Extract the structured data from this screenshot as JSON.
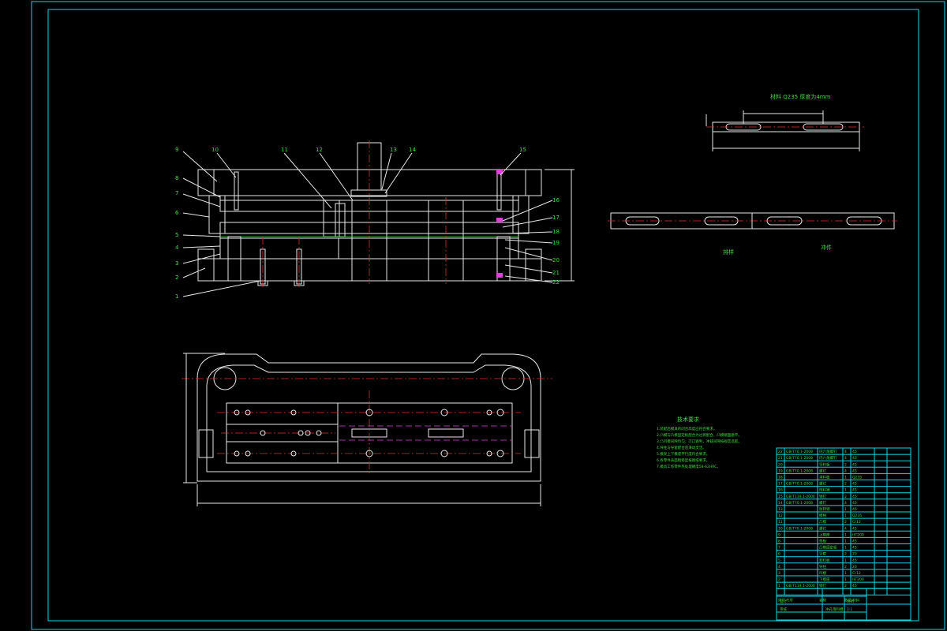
{
  "material_note": "材料 Q235 厚度为4mm",
  "labels": {
    "left": [
      "9",
      "8",
      "7",
      "6",
      "5",
      "4",
      "3",
      "2",
      "1"
    ],
    "top": [
      "10",
      "11",
      "12",
      "13",
      "14",
      "15"
    ],
    "right": [
      "16",
      "17",
      "18",
      "19",
      "20",
      "21",
      "22"
    ]
  },
  "strip_labels": [
    "排样",
    "冲件"
  ],
  "tech_title": "技术要求",
  "tech_lines": [
    "1.装配后模具的闭合高度应符合要求。",
    "2.凸模与凸模固定板配合为过渡配合，凸模端面磨平。",
    "3.凸凹模间隙均匀，刃口锋利，冲裁间隙按规定选取。",
    "4.导柱与导套配合后滑动灵活。",
    "5.模架上下模座平行度符合要求。",
    "6.各零件表面粗糙度按图纸要求。",
    "7.模具工作零件热处理硬度58-62HRC。"
  ],
  "bom_rows": [
    [
      "22",
      "GB/T70.1-2008",
      "内六角螺钉",
      "4",
      "45"
    ],
    [
      "21",
      "GB/T70.1-2008",
      "内六角螺钉",
      "4",
      "45"
    ],
    [
      "20",
      "",
      "导料板",
      "2",
      "45"
    ],
    [
      "19",
      "GB/T70.1-2008",
      "螺钉",
      "4",
      "45"
    ],
    [
      "18",
      "",
      "承料板",
      "1",
      "Q235"
    ],
    [
      "17",
      "GB/T70.1-2008",
      "螺钉",
      "2",
      "45"
    ],
    [
      "16",
      "",
      "挡料销",
      "1",
      "45"
    ],
    [
      "15",
      "GB/T119.1-2000",
      "销钉",
      "2",
      "45"
    ],
    [
      "14",
      "GB/T70.1-2008",
      "螺钉",
      "4",
      "45"
    ],
    [
      "13",
      "",
      "防转销",
      "1",
      "45"
    ],
    [
      "12",
      "",
      "模柄",
      "1",
      "Q235"
    ],
    [
      "11",
      "",
      "凸模",
      "2",
      "Cr12"
    ],
    [
      "10",
      "GB/T70.1-2008",
      "螺钉",
      "4",
      "45"
    ],
    [
      "9",
      "",
      "上模座",
      "1",
      "HT200"
    ],
    [
      "8",
      "",
      "垫板",
      "1",
      "45"
    ],
    [
      "7",
      "",
      "凸模固定板",
      "1",
      "45"
    ],
    [
      "6",
      "",
      "导套",
      "2",
      "20"
    ],
    [
      "5",
      "",
      "卸料板",
      "1",
      "45"
    ],
    [
      "4",
      "",
      "导柱",
      "2",
      "20"
    ],
    [
      "3",
      "",
      "凹模",
      "1",
      "Cr12"
    ],
    [
      "2",
      "",
      "下模座",
      "1",
      "HT200"
    ],
    [
      "1",
      "GB/T119.1-2000",
      "销钉",
      "2",
      "45"
    ]
  ],
  "bom_header": [
    "序号",
    "代号",
    "名称",
    "数量",
    "材料"
  ],
  "title_block": [
    "冲孔落料模",
    "设计",
    "审核",
    "比例",
    "1:1"
  ]
}
